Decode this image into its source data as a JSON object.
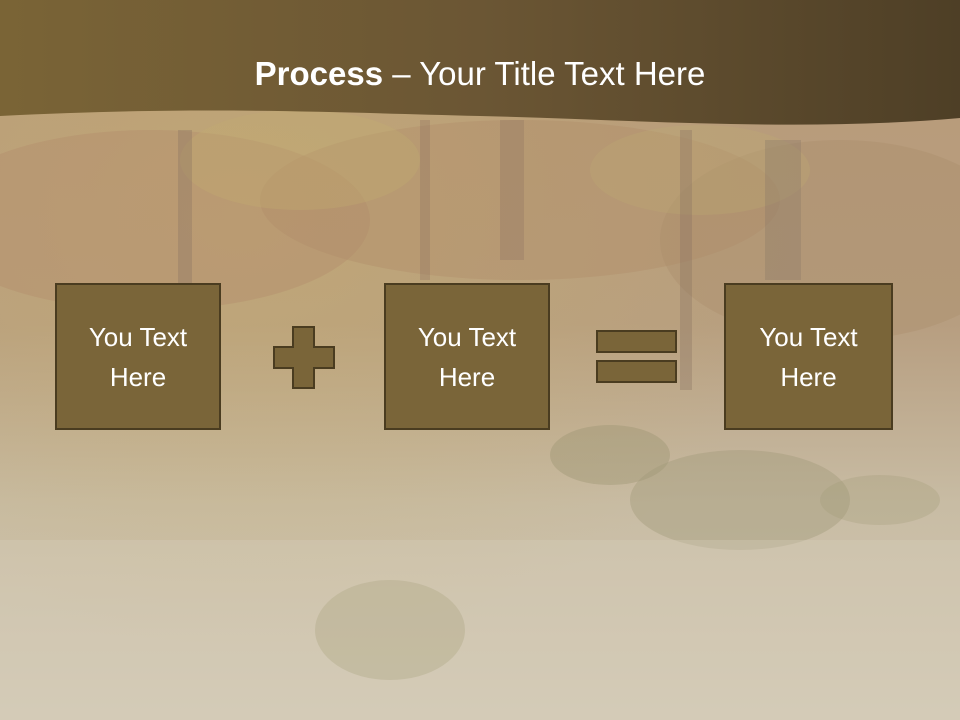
{
  "slide": {
    "title_bold": "Process",
    "title_rest": " – Your Title Text Here",
    "boxes": [
      {
        "label": "You Text Here"
      },
      {
        "label": "You Text Here"
      },
      {
        "label": "You Text Here"
      }
    ],
    "operators": [
      "plus-icon",
      "equals-icon"
    ],
    "colors": {
      "header_band": "#5f4e30",
      "box_fill": "#7a6539",
      "box_border": "#4a3c20",
      "text": "#ffffff"
    }
  }
}
